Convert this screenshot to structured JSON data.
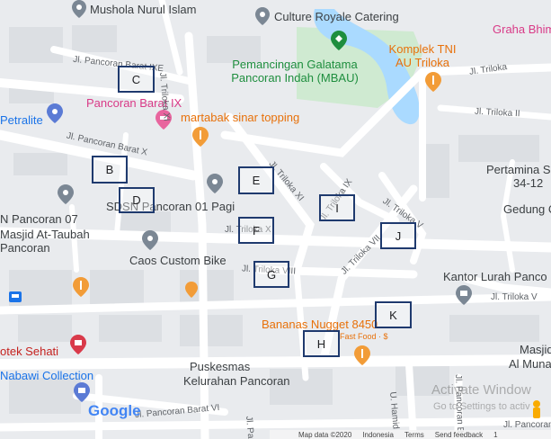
{
  "map": {
    "pois": {
      "mushola": "Mushola Nurul Islam",
      "culture": "Culture Royale Catering",
      "graha": "Graha Bhim",
      "pemancingan_1": "Pemancingan Galatama",
      "pemancingan_2": "Pancoran Indah (MBAU)",
      "komplek_1": "Komplek TNI",
      "komplek_2": "AU Triloka",
      "petralite": "Petralite",
      "pancoran_barat_ix": "Pancoran Barat IX",
      "martabak": "martabak sinar topping",
      "pertamina_1": "Pertamina S",
      "pertamina_2": "34-12",
      "sdsn": "SDSN Pancoran 01 Pagi",
      "gedung": "Gedung C",
      "n_pancoran": "N Pancoran 07",
      "masjid_taubah_1": "Masjid At-Taubah",
      "masjid_taubah_2": "Pancoran",
      "caos": "Caos Custom Bike",
      "kantor": "Kantor Lurah Panco",
      "bananas_1": "Bananas Nugget 8450",
      "bananas_2": "Fast Food · $",
      "otek": "otek Sehati",
      "masjid_al_1": "Masjid",
      "masjid_al_2": "Al Muna",
      "nabawi": "Nabawi Collection",
      "puskesmas_1": "Puskesmas",
      "puskesmas_2": "Kelurahan Pancoran"
    },
    "streets": {
      "pancoran_ix_top": "Jl. Pancoran Barat IXE",
      "triloka_xi_top": "Jl. Triloka XI",
      "triloka_e": "Jl. Triloka",
      "triloka_ii": "Jl. Triloka II",
      "pancoran_x": "Jl. Pancoran Barat X",
      "triloka_xi": "Jl. Triloka XI",
      "triloka_ix": "Jl. Triloka IX",
      "triloka_v": "Jl. Triloka V",
      "triloka_x": "Jl. Triloka X",
      "triloka_vii": "Jl. Triloka VII",
      "triloka_viii": "Jl. Triloka VIII",
      "triloka_v_right": "Jl. Triloka V",
      "pancoran_vi": "Jl. Pancoran Barat VI",
      "jl_panc": "Jl. Panc",
      "u_hamid": "U. Hamid",
      "jl_pancoran_b_bottom": "Jl. Pancoran B",
      "jl_pancoran_t": "Jl. Pancoran t"
    },
    "markers": [
      "C",
      "B",
      "D",
      "E",
      "F",
      "I",
      "J",
      "G",
      "K",
      "H"
    ],
    "google_logo": "Google",
    "watermark_1": "Activate Window",
    "watermark_2": "Go to Settings to activ",
    "footer": {
      "map_data": "Map data ©2020",
      "region": "Indonesia",
      "terms": "Terms",
      "feedback": "Send feedback",
      "scale": "1"
    },
    "colors": {
      "water": "#aadaff",
      "park": "#c8e6c9",
      "road": "#ffffff",
      "block": "#dfe1e5",
      "marker_border": "#1f3a6e"
    }
  }
}
